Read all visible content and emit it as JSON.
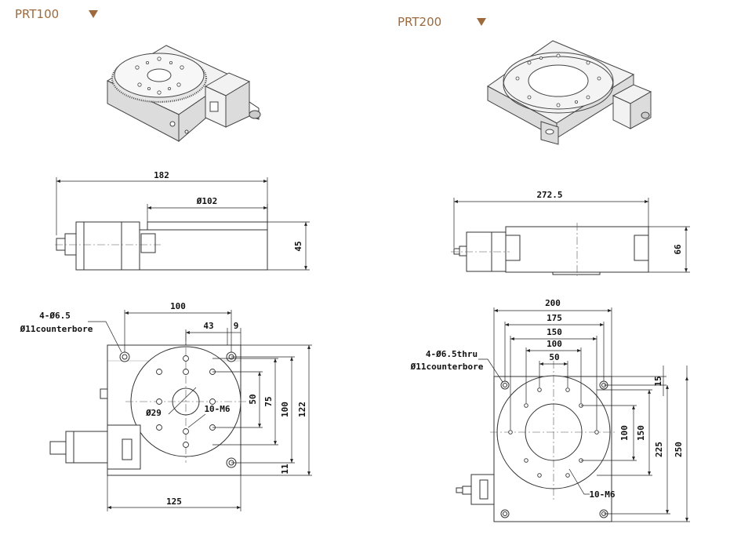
{
  "models": [
    {
      "name": "PRT100",
      "dims": {
        "length": "182",
        "table_dia": "Ø102",
        "height": "45",
        "hole_span": "100",
        "d43": "43",
        "d9": "9",
        "d50": "50",
        "d75": "75",
        "d100v": "100",
        "d122": "122",
        "d11": "11",
        "d125": "125",
        "center_hole": "Ø29",
        "thread": "10-M6",
        "mount_hole_1": "4-Ø6.5",
        "mount_hole_2": "Ø11counterbore"
      }
    },
    {
      "name": "PRT200",
      "dims": {
        "length": "272.5",
        "height": "66",
        "d200": "200",
        "d175": "175",
        "d150": "150",
        "d100": "100",
        "d50": "50",
        "d15": "15",
        "v100": "100",
        "v150": "150",
        "v225": "225",
        "v250": "250",
        "thread": "10-M6",
        "mount_hole_1": "4-Ø6.5thru",
        "mount_hole_2": "Ø11counterbore"
      }
    }
  ],
  "colors": {
    "title": "#9c6a3c",
    "line": "#333333"
  }
}
